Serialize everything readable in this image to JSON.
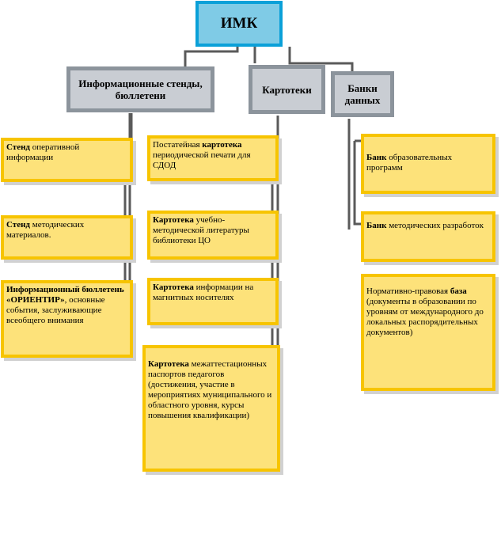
{
  "root": {
    "label": "ИМК"
  },
  "categories": [
    {
      "label": "Информационные стенды, бюллетени"
    },
    {
      "label": "Картотеки"
    },
    {
      "label": "Банки данных"
    }
  ],
  "col1": [
    {
      "bold": "Стенд",
      "text": " оперативной информации"
    },
    {
      "bold": "Стенд",
      "text": " методических материалов."
    },
    {
      "bold": "Информационный бюллетень «ОРИЕНТИР»",
      "text": ", основные события, заслуживающие всеобщего внимания"
    }
  ],
  "col2": [
    {
      "prefix": "Постатейная ",
      "bold": "картотека",
      "text": " периодической печати для СДОД"
    },
    {
      "prefix": "",
      "bold": "Картотека",
      "text": " учебно-методической литературы библиотеки ЦО"
    },
    {
      "prefix": "",
      "bold": "Картотека",
      "text": " информации на магнитных носителях"
    },
    {
      "prefix": "",
      "bold": "Картотека",
      "text": " межаттестационных паспортов педагогов (достижения, участие в мероприятиях муниципального и областного уровня, курсы повышения квалификации)"
    }
  ],
  "col3": [
    {
      "prefix": "",
      "bold": "Банк",
      "text": " образовательных программ"
    },
    {
      "prefix": "",
      "bold": "Банк",
      "text": " методических разработок"
    },
    {
      "prefix": "Нормативно-правовая ",
      "bold": "база",
      "text": " (документы в образовании по уровням от международного до локальных распорядительных документов)"
    }
  ]
}
